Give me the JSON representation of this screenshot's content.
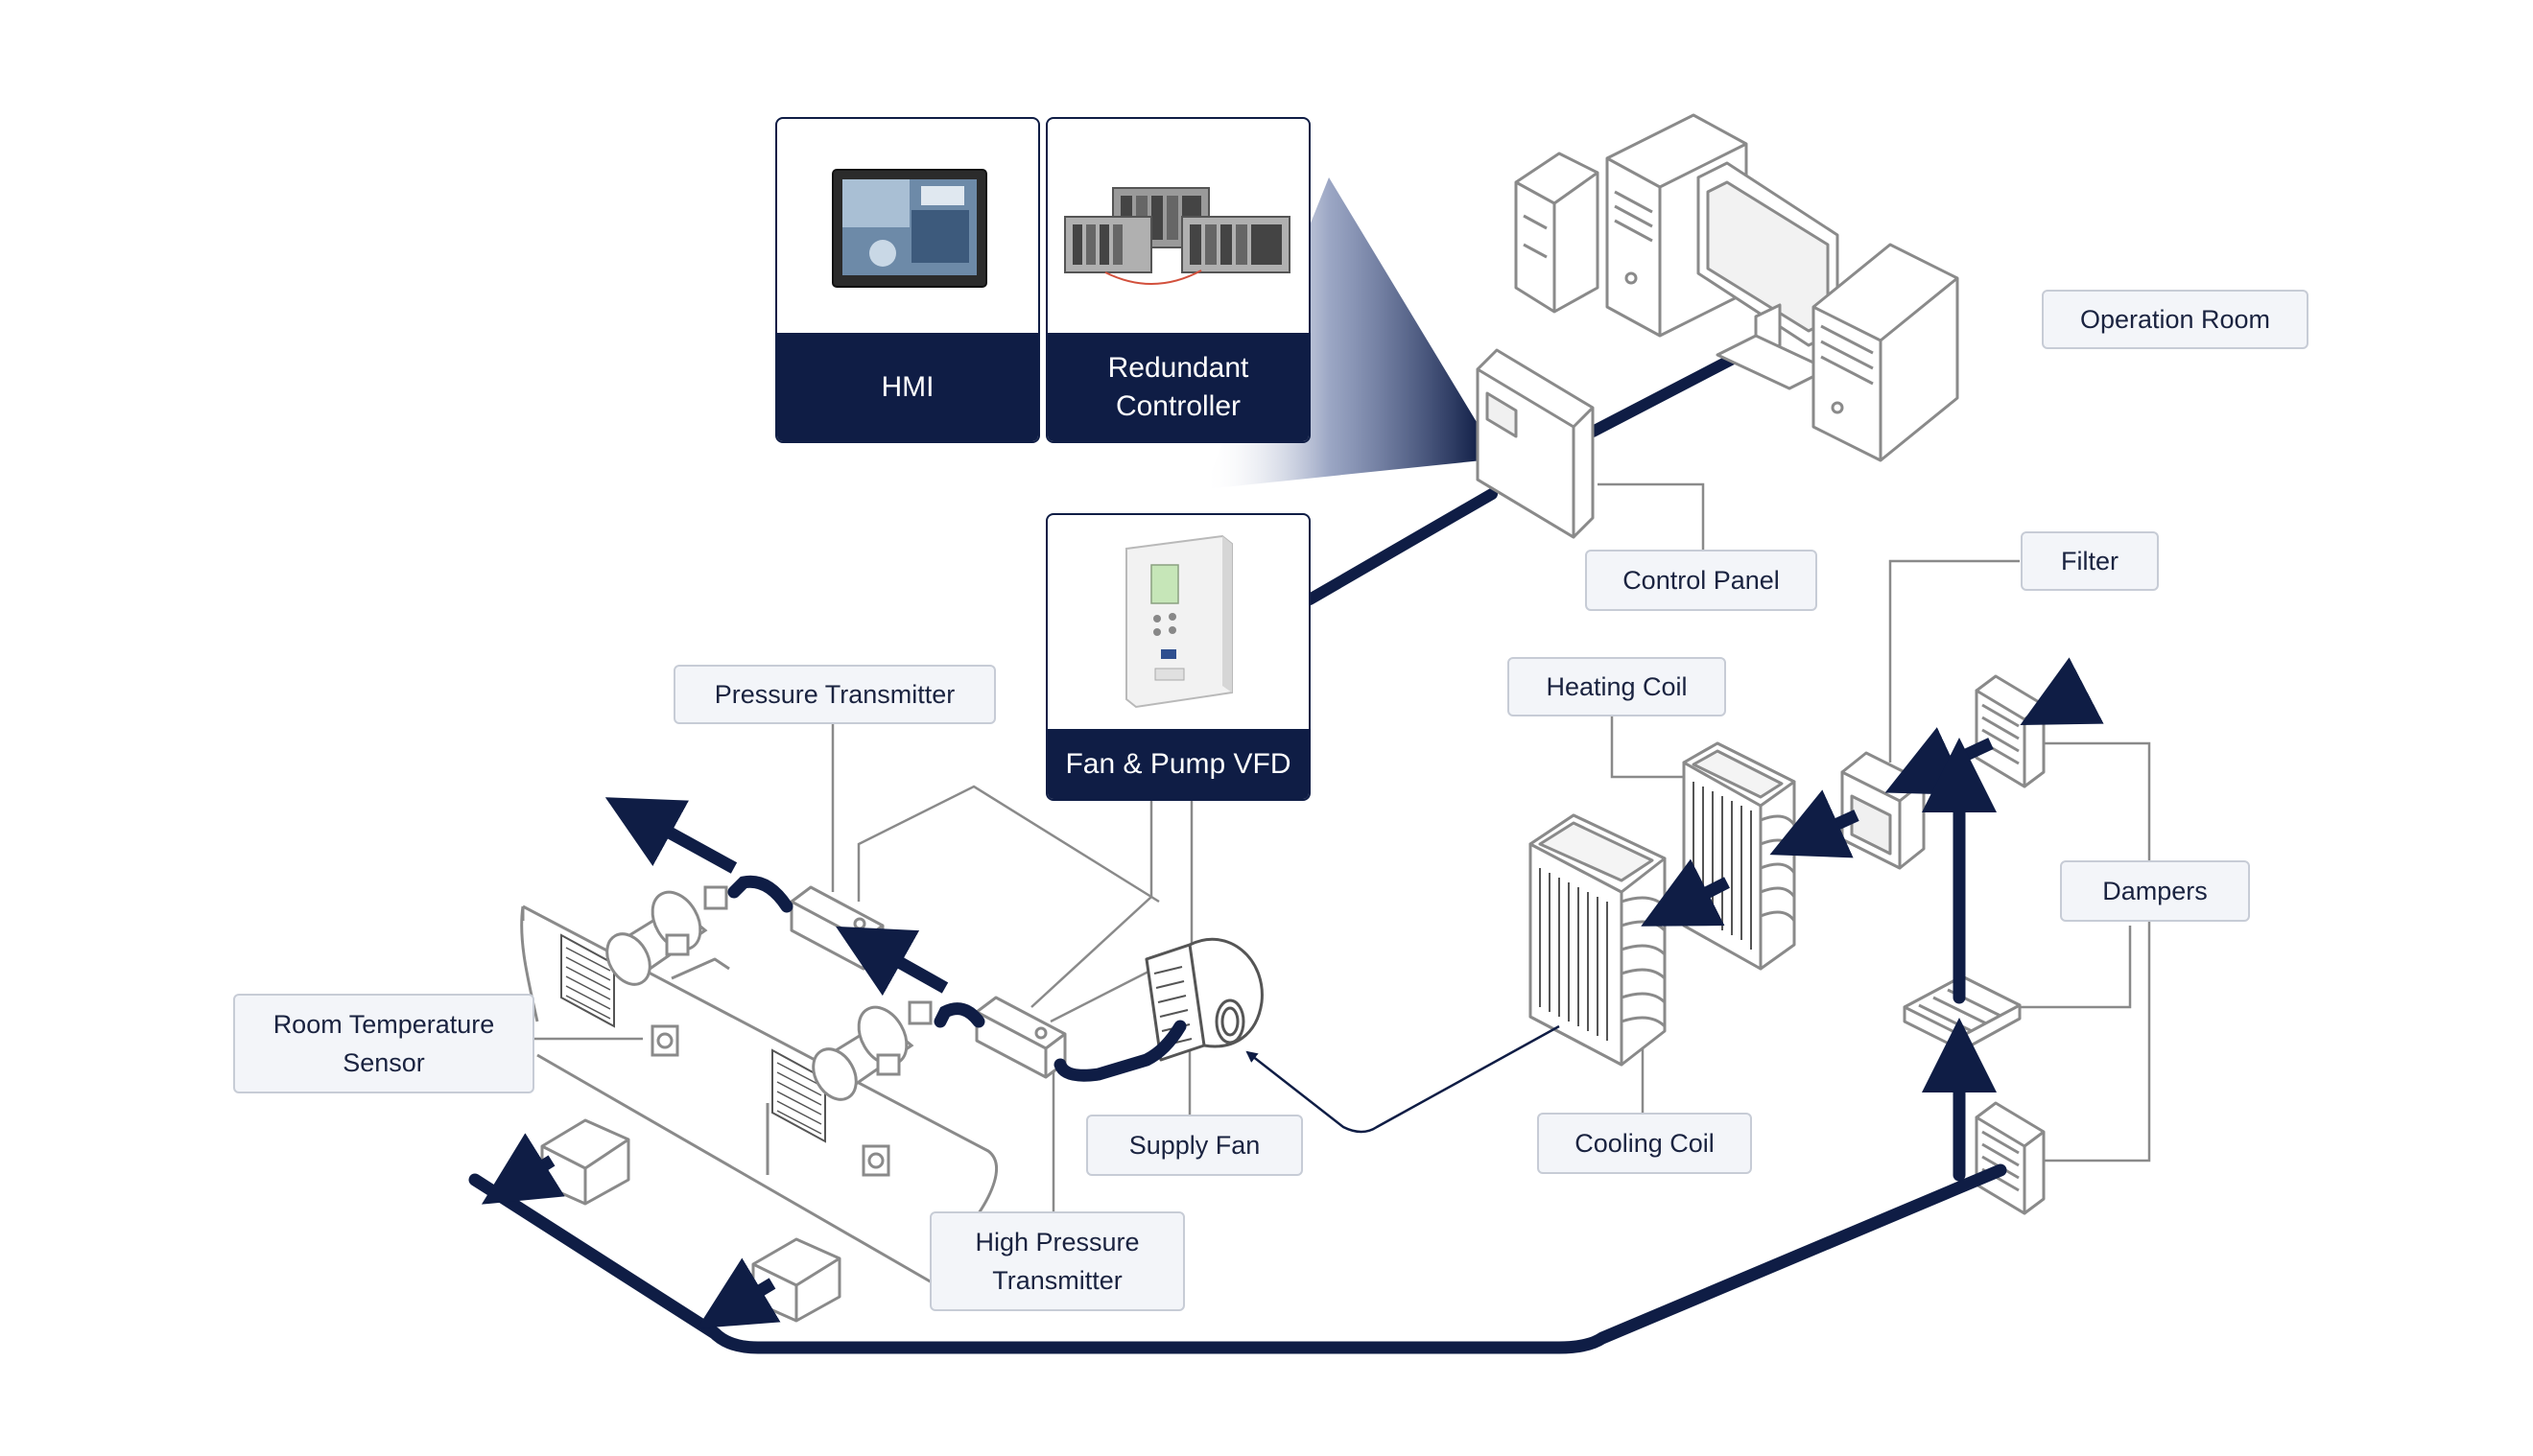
{
  "colors": {
    "duct": "#0f1d45",
    "line": "#8a8a8a",
    "label_bg": "#f3f5f9",
    "label_border": "#c7ccd6",
    "card_caption_bg": "#0f1d45"
  },
  "cards": {
    "hmi": {
      "caption": "HMI",
      "icon": "hmi-touch-panel-icon"
    },
    "controller": {
      "caption": "Redundant\nController",
      "icon": "plc-controller-icon"
    },
    "vfd": {
      "caption": "Fan & Pump VFD",
      "icon": "vfd-drive-icon"
    }
  },
  "labels": {
    "operation_room": "Operation Room",
    "control_panel": "Control Panel",
    "filter": "Filter",
    "heating_coil": "Heating Coil",
    "pressure_transmitter": "Pressure Transmitter",
    "dampers": "Dampers",
    "room_temperature_sensor": "Room Temperature\nSensor",
    "supply_fan": "Supply Fan",
    "cooling_coil": "Cooling Coil",
    "high_pressure_transmitter": "High Pressure\nTransmitter"
  }
}
